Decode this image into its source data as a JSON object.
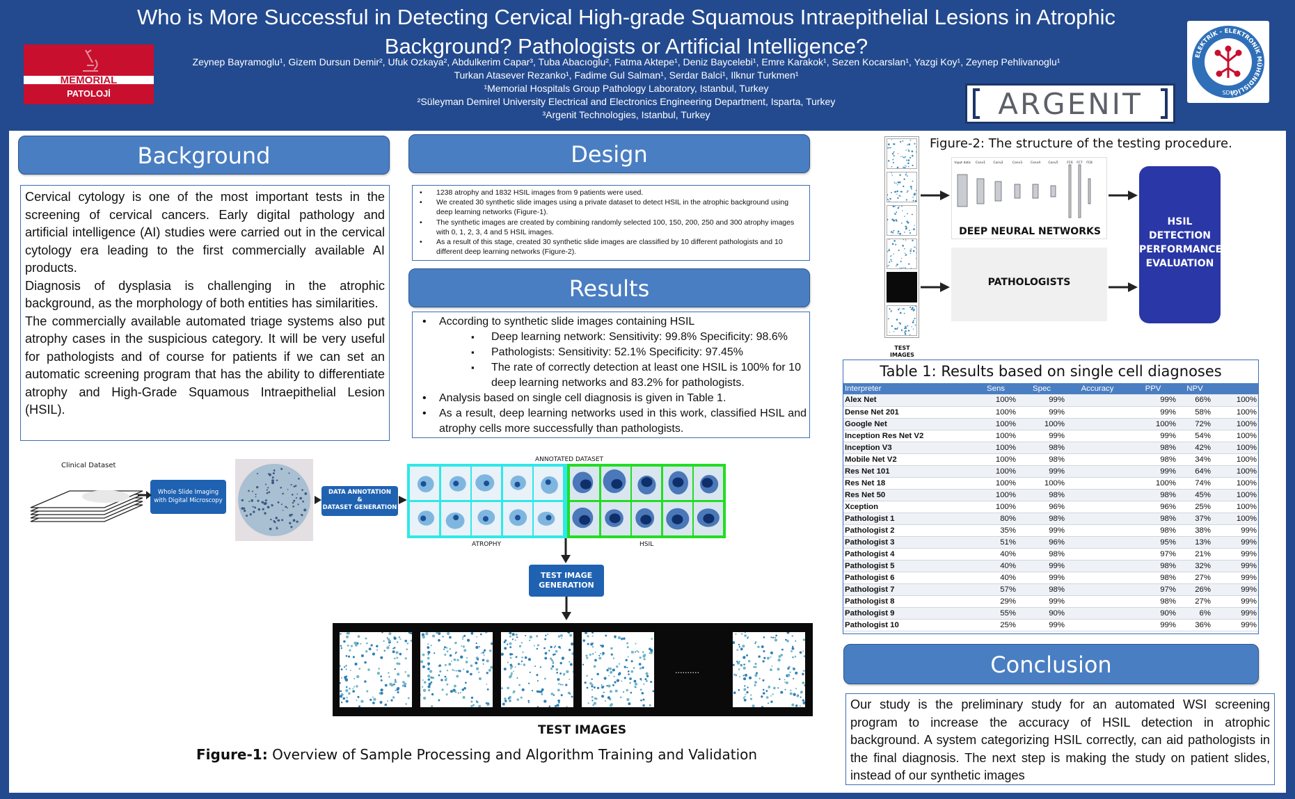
{
  "header": {
    "title_line1": "Who is More Successful in Detecting Cervical High-grade Squamous Intraepithelial Lesions in Atrophic",
    "title_line2": "Background? Pathologists or Artificial Intelligence?",
    "authors_line1": "Zeynep Bayramoglu¹, Gizem Dursun Demir², Ufuk Ozkaya², Abdulkerim Capar³, Tuba Abacıoglu², Fatma Aktepe¹, Deniz Baycelebi¹, Emre Karakok¹, Sezen Kocarslan¹, Yazgi Koy¹, Zeynep Pehlivanoglu¹",
    "authors_line2": "Turkan Atasever Rezanko¹, Fadime Gul Salman¹, Serdar Balci¹, Ilknur Turkmen¹",
    "affiliation1": "¹Memorial Hospitals Group Pathology Laboratory, Istanbul, Turkey",
    "affiliation2": "²Süleyman Demirel University Electrical and Electronics Engineering Department, Isparta, Turkey",
    "affiliation3": "³Argenit Technologies, Istanbul, Turkey"
  },
  "logos": {
    "memorial_line1": "MEMORIAL",
    "memorial_line2": "PATOLOJİ",
    "argenit": "ARGENIT",
    "sdu_ring": "ELEKTRİK - ELEKTRONİK MÜHENDİSLİĞİ",
    "sdu_bottom": "SDU"
  },
  "background": {
    "heading": "Background",
    "p1": "Cervical cytology is one of the most important tests in the screening of cervical cancers. Early digital pathology and artificial intelligence (AI) studies were carried out in the cervical cytology era leading to the first commercially available AI products.",
    "p2": "Diagnosis of dysplasia is challenging in the atrophic background, as the morphology of both entities has similarities.",
    "p3": "The commercially available automated triage systems also put atrophy cases in the suspicious category. It will be very useful for pathologists and of course for patients if we can set an automatic screening program that has the ability to differentiate atrophy and High-Grade Squamous Intraepithelial Lesion (HSIL)."
  },
  "design": {
    "heading": "Design",
    "items": [
      "1238 atrophy and 1832 HSIL images from 9 patients were used.",
      "We created 30 synthetic slide images using a private dataset to detect HSIL in the atrophic background using deep learning networks (Figure-1).",
      "The synthetic images are created by combining randomly selected 100, 150, 200, 250 and 300 atrophy images with 0, 1, 2, 3, 4 and 5 HSIL images.",
      "As a result of this stage, created 30 synthetic slide images are classified by 10 different pathologists and 10 different deep learning networks (Figure-2)."
    ]
  },
  "results": {
    "heading": "Results",
    "item1": "According to synthetic slide images containing HSIL",
    "sub1": "Deep learning network: Sensitivity: 99.8% Specificity: 98.6%",
    "sub2": "Pathologists: Sensitivity: 52.1% Specificity: 97.45%",
    "sub3": "The rate of correctly detection at least one HSIL is 100% for 10 deep learning networks and 83.2% for pathologists.",
    "item2": "Analysis based on single cell diagnosis is given in Table 1.",
    "item3": "As a result, deep learning networks used in this work, classified HSIL and atrophy cells more successfully than pathologists."
  },
  "figure1": {
    "clinical_dataset": "Clinical Dataset",
    "wsi_line1": "Whole Slide Imaging",
    "wsi_line2": "with Digital Microscopy",
    "annot_line1": "DATA ANNOTATION",
    "annot_line2": "&",
    "annot_line3": "DATASET GENERATION",
    "annotated_dataset": "ANNOTATED DATASET",
    "atrophy": "ATROPHY",
    "hsil": "HSIL",
    "test_gen_line1": "TEST IMAGE",
    "test_gen_line2": "GENERATION",
    "test_images": "TEST IMAGES",
    "dots": "..........",
    "caption_bold": "Figure-1:",
    "caption": " Overview of Sample Processing and Algorithm Training and Validation"
  },
  "figure2": {
    "caption": "Figure-2: The structure of the testing procedure.",
    "dnn": "DEEP NEURAL NETWORKS",
    "pathologists": "PATHOLOGISTS",
    "eval_line1": "HSIL",
    "eval_line2": "DETECTION",
    "eval_line3": "PERFORMANCE",
    "eval_line4": "EVALUATION",
    "test_images_line1": "TEST",
    "test_images_line2": "IMAGES",
    "layers": [
      "Input data",
      "Conv1",
      "Conv2",
      "Conv3",
      "Conv4",
      "Conv5",
      "FC6",
      "FC7",
      "FC8"
    ]
  },
  "table1": {
    "title": "Table 1: Results based on single cell diagnoses",
    "headers": [
      "Interpreter",
      "Sens",
      "Spec",
      "Accuracy",
      "PPV",
      "NPV",
      ""
    ],
    "rows": [
      [
        "Alex Net",
        "100%",
        "99%",
        "99%",
        "66%",
        "100%"
      ],
      [
        "Dense Net 201",
        "100%",
        "99%",
        "99%",
        "58%",
        "100%"
      ],
      [
        "Google Net",
        "100%",
        "100%",
        "100%",
        "72%",
        "100%"
      ],
      [
        "Inception Res Net V2",
        "100%",
        "99%",
        "99%",
        "54%",
        "100%"
      ],
      [
        "Inception V3",
        "100%",
        "98%",
        "98%",
        "42%",
        "100%"
      ],
      [
        "Mobile Net V2",
        "100%",
        "98%",
        "98%",
        "34%",
        "100%"
      ],
      [
        "Res Net 101",
        "100%",
        "99%",
        "99%",
        "64%",
        "100%"
      ],
      [
        "Res Net 18",
        "100%",
        "100%",
        "100%",
        "74%",
        "100%"
      ],
      [
        "Res Net 50",
        "100%",
        "98%",
        "98%",
        "45%",
        "100%"
      ],
      [
        "Xception",
        "100%",
        "96%",
        "96%",
        "25%",
        "100%"
      ],
      [
        "Pathologist 1",
        "80%",
        "98%",
        "98%",
        "37%",
        "100%"
      ],
      [
        "Pathologist 2",
        "35%",
        "99%",
        "98%",
        "38%",
        "99%"
      ],
      [
        "Pathologist 3",
        "51%",
        "96%",
        "95%",
        "13%",
        "99%"
      ],
      [
        "Pathologist 4",
        "40%",
        "98%",
        "97%",
        "21%",
        "99%"
      ],
      [
        "Pathologist 5",
        "40%",
        "99%",
        "98%",
        "32%",
        "99%"
      ],
      [
        "Pathologist 6",
        "40%",
        "99%",
        "98%",
        "27%",
        "99%"
      ],
      [
        "Pathologist 7",
        "57%",
        "98%",
        "97%",
        "26%",
        "99%"
      ],
      [
        "Pathologist 8",
        "29%",
        "99%",
        "98%",
        "27%",
        "99%"
      ],
      [
        "Pathologist 9",
        "55%",
        "90%",
        "90%",
        "6%",
        "99%"
      ],
      [
        "Pathologist 10",
        "25%",
        "99%",
        "99%",
        "36%",
        "99%"
      ]
    ]
  },
  "conclusion": {
    "heading": "Conclusion",
    "text": "Our study is the preliminary study for an automated WSI screening program to increase the accuracy of HSIL detection in atrophic background. A system categorizing HSIL correctly, can aid pathologists in the final diagnosis. The next step is making the study on patient slides, instead of our synthetic images"
  },
  "colors": {
    "frame": "#234a8f",
    "section_head": "#4a7ec2",
    "process_box": "#1f62b2",
    "eval_box": "#2a37a6",
    "atrophy_border": "#2fe8e8",
    "hsil_border": "#22dd22",
    "memorial_red": "#c8102e"
  }
}
